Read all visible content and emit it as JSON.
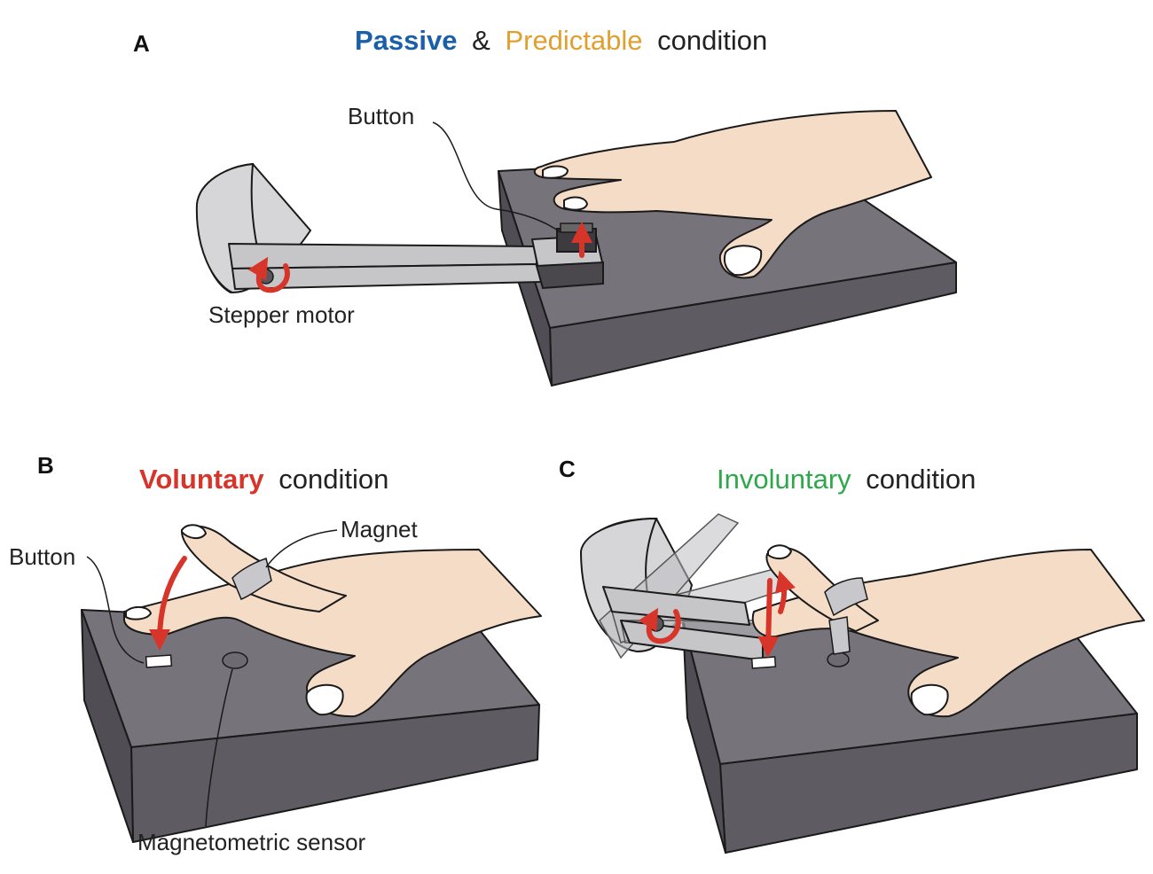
{
  "colors": {
    "passive": "#1a5fa8",
    "predictable": "#e0a030",
    "voluntary": "#d8352a",
    "involuntary": "#2ea84a",
    "text": "#222222",
    "box": "#77737a",
    "skin": "#f5dcc6"
  },
  "panel_a": {
    "letter": "A",
    "title_word1": "Passive",
    "title_amp": "&",
    "title_word2": "Predictable",
    "title_rest": "condition",
    "label_button": "Button",
    "label_motor": "Stepper motor"
  },
  "panel_b": {
    "letter": "B",
    "title_word": "Voluntary",
    "title_rest": "condition",
    "label_button": "Button",
    "label_magnet": "Magnet",
    "label_sensor": "Magnetometric sensor"
  },
  "panel_c": {
    "letter": "C",
    "title_word": "Involuntary",
    "title_rest": "condition"
  }
}
